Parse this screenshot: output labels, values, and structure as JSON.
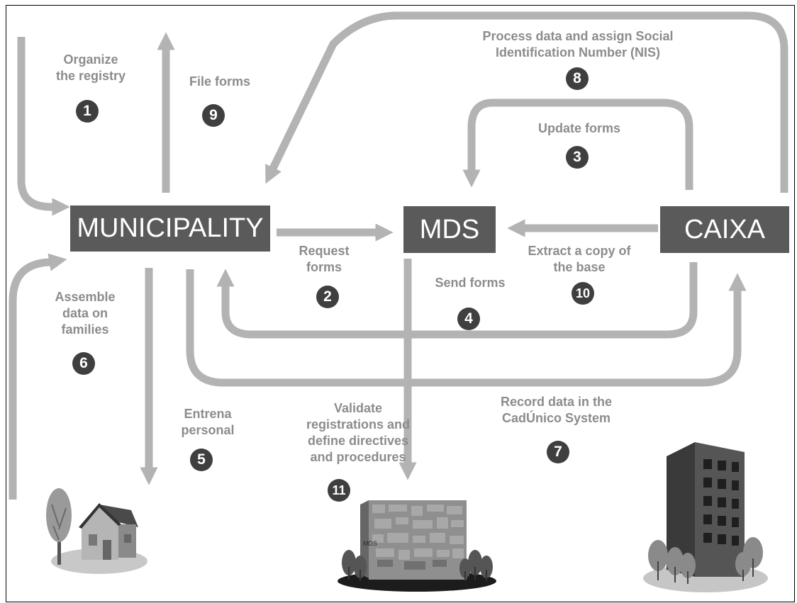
{
  "entities": {
    "municipality": "MUNICIPALITY",
    "mds": "MDS",
    "caixa": "CAIXA"
  },
  "steps": [
    {
      "number": "1",
      "text": "Organize\nthe registry"
    },
    {
      "number": "2",
      "text": "Request\nforms"
    },
    {
      "number": "3",
      "text": "Update forms"
    },
    {
      "number": "4",
      "text": "Send forms"
    },
    {
      "number": "5",
      "text": "Entrena\npersonal"
    },
    {
      "number": "6",
      "text": "Assemble\ndata on\nfamilies"
    },
    {
      "number": "7",
      "text": "Record data in the\nCadÚnico System"
    },
    {
      "number": "8",
      "text": "Process data and assign Social\nIdentification Number (NIS)"
    },
    {
      "number": "9",
      "text": "File forms"
    },
    {
      "number": "10",
      "text": "Extract a copy of\nthe base"
    },
    {
      "number": "11",
      "text": "Validate\nregistrations and\ndefine directives\nand procedures"
    }
  ],
  "illustrations": {
    "mds_building_sign": "MDS",
    "house_icon": "house-icon",
    "mds_building_icon": "mds-building-icon",
    "caixa_tower_icon": "caixa-tower-icon"
  },
  "colors": {
    "arrow": "#b3b3b3",
    "entity_box": "#5a5a5a",
    "label_text": "#8c8c8c",
    "number_badge": "#3f3f3f"
  }
}
